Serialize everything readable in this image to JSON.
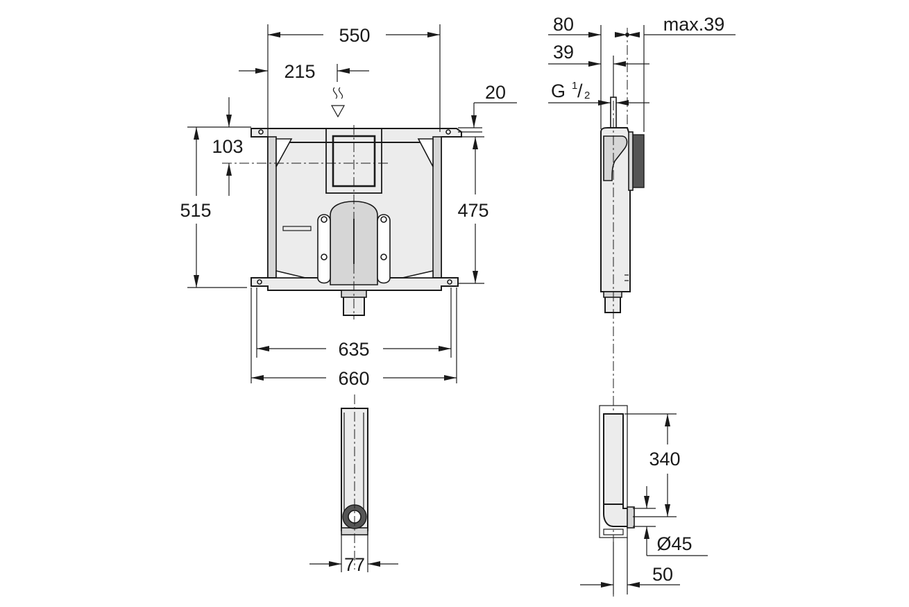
{
  "dimensions": {
    "width_550": "550",
    "offset_215": "215",
    "top_20": "20",
    "height_103": "103",
    "height_515": "515",
    "height_475": "475",
    "width_635": "635",
    "width_660": "660",
    "depth_80": "80",
    "depth_39": "39",
    "max_39": "max.39",
    "thread_g": "G",
    "thread_num": "1",
    "thread_den": "2",
    "width_77": "77",
    "height_340": "340",
    "dia_45": "Ø45",
    "depth_50": "50"
  },
  "colors": {
    "line": "#1a1a1a",
    "fill": "#ececec",
    "background": "#ffffff"
  }
}
